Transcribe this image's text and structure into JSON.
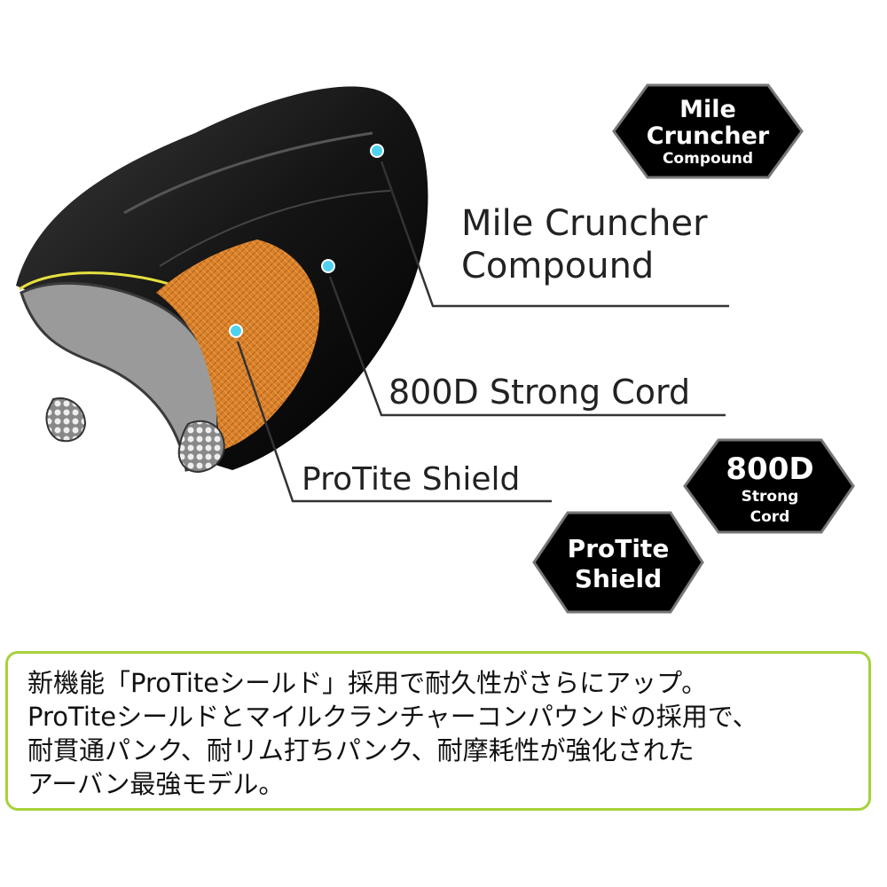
{
  "labels": {
    "mile_cruncher_line1": "Mile Cruncher",
    "mile_cruncher_line2": "Compound",
    "strong_cord": "800D Strong Cord",
    "protite_shield": "ProTite Shield"
  },
  "badges": {
    "mile_cruncher": {
      "line1": "Mile",
      "line2": "Cruncher",
      "line3": "Compound"
    },
    "strong_cord": {
      "line1": "800D",
      "line2": "Strong",
      "line3": "Cord"
    },
    "protite": {
      "line1": "ProTite",
      "line2": "Shield"
    }
  },
  "description": {
    "lines": [
      "新機能「ProTiteシールド」採用で耐久性がさらにアップ。",
      "ProTiteシールドとマイルクランチャーコンパウンドの採用で、",
      "耐貫通パンク、耐リム打ちパンク、耐摩耗性が強化された",
      "アーバン最強モデル。"
    ]
  },
  "colors": {
    "tread": "#1a1a1a",
    "shield": "#d9822b",
    "marker": "#4fd2f0",
    "border": "#a6d23a",
    "badge": "#000000"
  }
}
